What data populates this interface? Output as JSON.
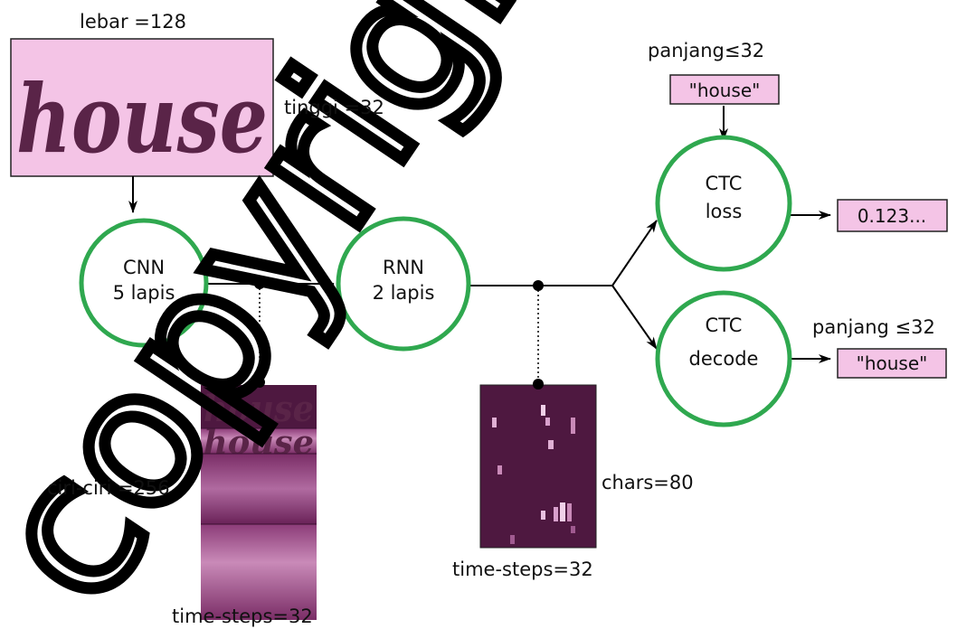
{
  "input": {
    "word": "house",
    "width_label": "lebar =128",
    "height_label": "tinggi =32"
  },
  "cnn": {
    "line1": "CNN",
    "line2": "5 lapis"
  },
  "rnn": {
    "line1": "RNN",
    "line2": "2 lapis"
  },
  "ctc_loss": {
    "line1": "CTC",
    "line2": "loss"
  },
  "ctc_decode": {
    "line1": "CTC",
    "line2": "decode"
  },
  "gt": {
    "length_label": "panjang≤32",
    "text": "\"house\""
  },
  "loss_output": {
    "value": "0.123..."
  },
  "decode_output": {
    "length_label": "panjang ≤32",
    "text": "\"house\""
  },
  "cnn_features": {
    "features_label": "ciri-ciri =256",
    "time_label": "time-steps=32"
  },
  "rnn_output": {
    "chars_label": "chars=80",
    "time_label": "time-steps=32"
  },
  "watermark": {
    "text": "copyright@"
  },
  "colors": {
    "node_stroke": "#2fa84f",
    "box_fill": "#f4c4e6",
    "matrix_dark": "#4e1840",
    "ink": "#5a2448"
  },
  "icons": [
    "arrow-icon",
    "junction-dot-icon"
  ]
}
